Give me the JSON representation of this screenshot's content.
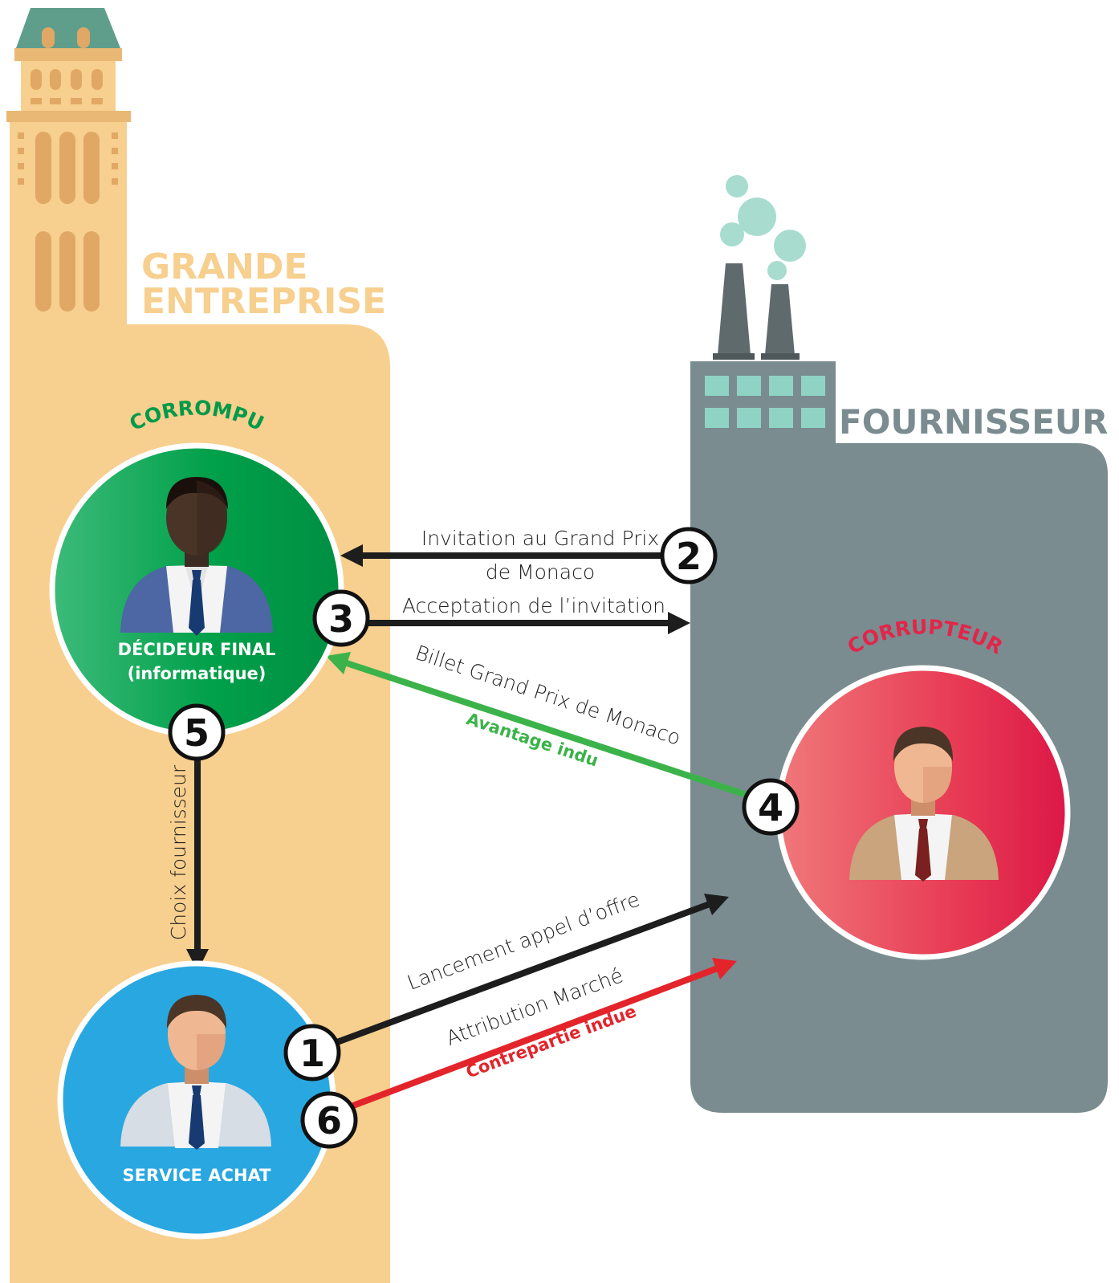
{
  "headings": {
    "grande_entreprise_1": "GRANDE",
    "grande_entreprise_2": "ENTREPRISE",
    "fournisseur": "FOURNISSEUR",
    "corrompu": "CORROMPU",
    "corrupteur": "CORRUPTEUR"
  },
  "persons": {
    "decideur_1": "DÉCIDEUR FINAL",
    "decideur_2": "(informatique)",
    "service_achat": "SERVICE ACHAT"
  },
  "steps": {
    "s1": "1",
    "s2": "2",
    "s3": "3",
    "s4": "4",
    "s5": "5",
    "s6": "6"
  },
  "flows": {
    "invitation_1": "Invitation au Grand Prix",
    "invitation_2": "de Monaco",
    "acceptation": "Acceptation de l’invitation",
    "billet": "Billet Grand Prix de Monaco",
    "avantage": "Avantage indu",
    "choix": "Choix fournisseur",
    "lancement": "Lancement appel d’offre",
    "attribution": "Attribution Marché",
    "contrepartie": "Contrepartie indue"
  },
  "colors": {
    "building_tan": "#f7cf8e",
    "tower_detail": "#e1a865",
    "roof": "#5f9e8b",
    "factory_gray": "#7a8c90",
    "smoke": "#a7dccf",
    "green": "#019a48",
    "red": "#e3254a",
    "blue": "#29a7e1",
    "arrow_black": "#1d1d1d",
    "arrow_green": "#3cb34a",
    "arrow_red": "#e3242b"
  }
}
